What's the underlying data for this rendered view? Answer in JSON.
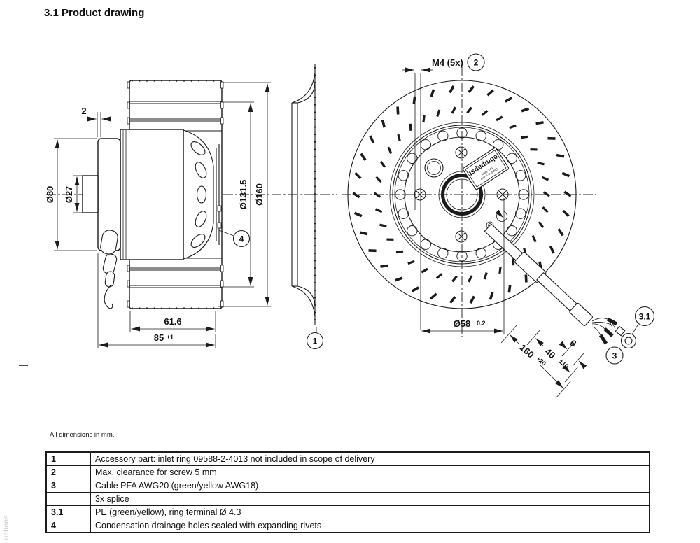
{
  "page": {
    "title": "3.1 Product drawing",
    "dimensions_note": "All dimensions in mm.",
    "watermark": "uctions"
  },
  "side_view": {
    "clearance": "2",
    "d80": "Ø80",
    "d27": "Ø27",
    "d1315": "Ø131.5",
    "d160": "Ø160",
    "impeller_width": "61.6",
    "total_width": "85",
    "total_width_tol": "±1",
    "callout_1": "1",
    "callout_4": "4"
  },
  "front_view": {
    "screw_label": "M4 (5x)",
    "callout_2": "2",
    "bolt_circle": "Ø58",
    "bolt_circle_tol": "±0.2",
    "cable_length": "160",
    "cable_length_tol": "+20",
    "splice_length": "40",
    "splice_length_tol": "±10",
    "tip_length": "6",
    "callout_3": "3",
    "callout_31": "3.1",
    "rotor_label": {
      "brand": "ebmpapst",
      "line1": "Depth of screw",
      "line2": "max. 5mm"
    }
  },
  "table": {
    "rows": [
      {
        "ref": "1",
        "text": "Accessory part: inlet ring 09588-2-4013 not included in scope of delivery"
      },
      {
        "ref": "2",
        "text": "Max. clearance for screw 5 mm"
      },
      {
        "ref": "3",
        "text": "Cable PFA AWG20 (green/yellow AWG18)"
      },
      {
        "ref": "",
        "text": "3x splice"
      },
      {
        "ref": "3.1",
        "text": "PE (green/yellow), ring terminal Ø 4.3"
      },
      {
        "ref": "4",
        "text": "Condensation drainage holes sealed with expanding rivets"
      }
    ]
  }
}
